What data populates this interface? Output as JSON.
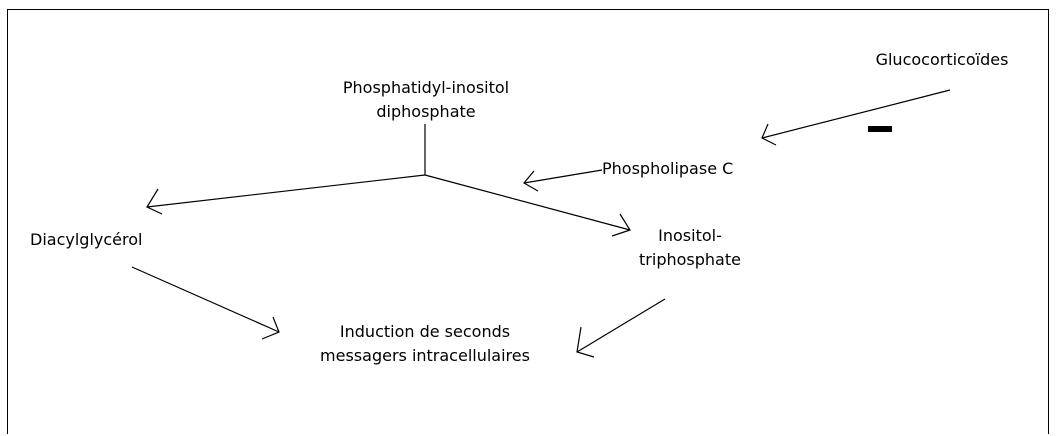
{
  "diagram": {
    "nodes": {
      "pip2": {
        "line1": "Phosphatidyl-inositol",
        "line2": "diphosphate"
      },
      "glucocorticoides": {
        "text": "Glucocorticoïdes"
      },
      "phospholipase": {
        "text": "Phospholipase C"
      },
      "diacylglycerol": {
        "text": "Diacylglycérol"
      },
      "ip3": {
        "line1": "Inositol-",
        "line2": "triphosphate"
      },
      "induction": {
        "line1": "Induction de seconds",
        "line2": "messagers intracellulaires"
      }
    },
    "inhibition_symbol": "−"
  }
}
